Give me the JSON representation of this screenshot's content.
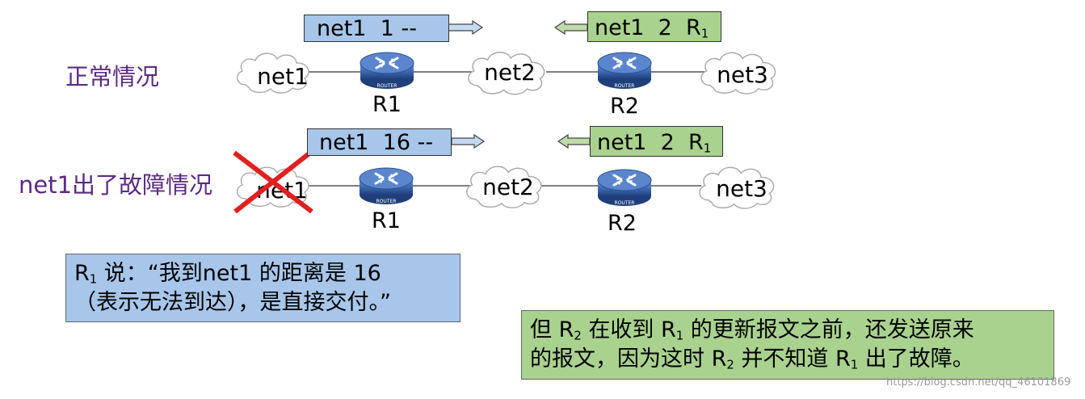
{
  "colors": {
    "blue_box": "#a7c6ea",
    "green_box": "#a9d28e",
    "scene_label": "#5b2b82",
    "cross": "#e02020",
    "router_blue": "#3f6bb5"
  },
  "icons": [
    "cloud-icon",
    "router-icon",
    "arrow-right-icon",
    "arrow-left-icon",
    "red-cross-icon"
  ],
  "scenario_normal": {
    "label": "正常情况",
    "update_r1": {
      "net": "net1",
      "dist": "1",
      "next": "--"
    },
    "update_r2": {
      "net": "net1",
      "dist": "2",
      "next": "R",
      "next_sub": "1"
    },
    "clouds": [
      "net1",
      "net2",
      "net3"
    ],
    "routers": [
      "R1",
      "R2"
    ],
    "router_badge": "ROUTER"
  },
  "scenario_fault": {
    "label": "net1出了故障情况",
    "update_r1": {
      "net": "net1",
      "dist": "16",
      "next": "--"
    },
    "update_r2": {
      "net": "net1",
      "dist": "2",
      "next": "R",
      "next_sub": "1"
    },
    "clouds": [
      "net1",
      "net2",
      "net3"
    ],
    "routers": [
      "R1",
      "R2"
    ],
    "router_badge": "ROUTER"
  },
  "note_r1": {
    "speaker": "R",
    "speaker_sub": "1",
    "line1_rest": " 说：“我到net1 的距离是 16",
    "line2": "（表示无法到达），是直接交付。”"
  },
  "note_r2": {
    "p1": "但 R",
    "s1": "2",
    "p2": " 在收到 R",
    "s2": "1",
    "p3": " 的更新报文之前，还发送原来",
    "p4": "的报文，因为这时 R",
    "s3": "2",
    "p5": " 并不知道 R",
    "s4": "1",
    "p6": " 出了故障。"
  },
  "watermark": "https://blog.csdn.net/qq_46101869"
}
